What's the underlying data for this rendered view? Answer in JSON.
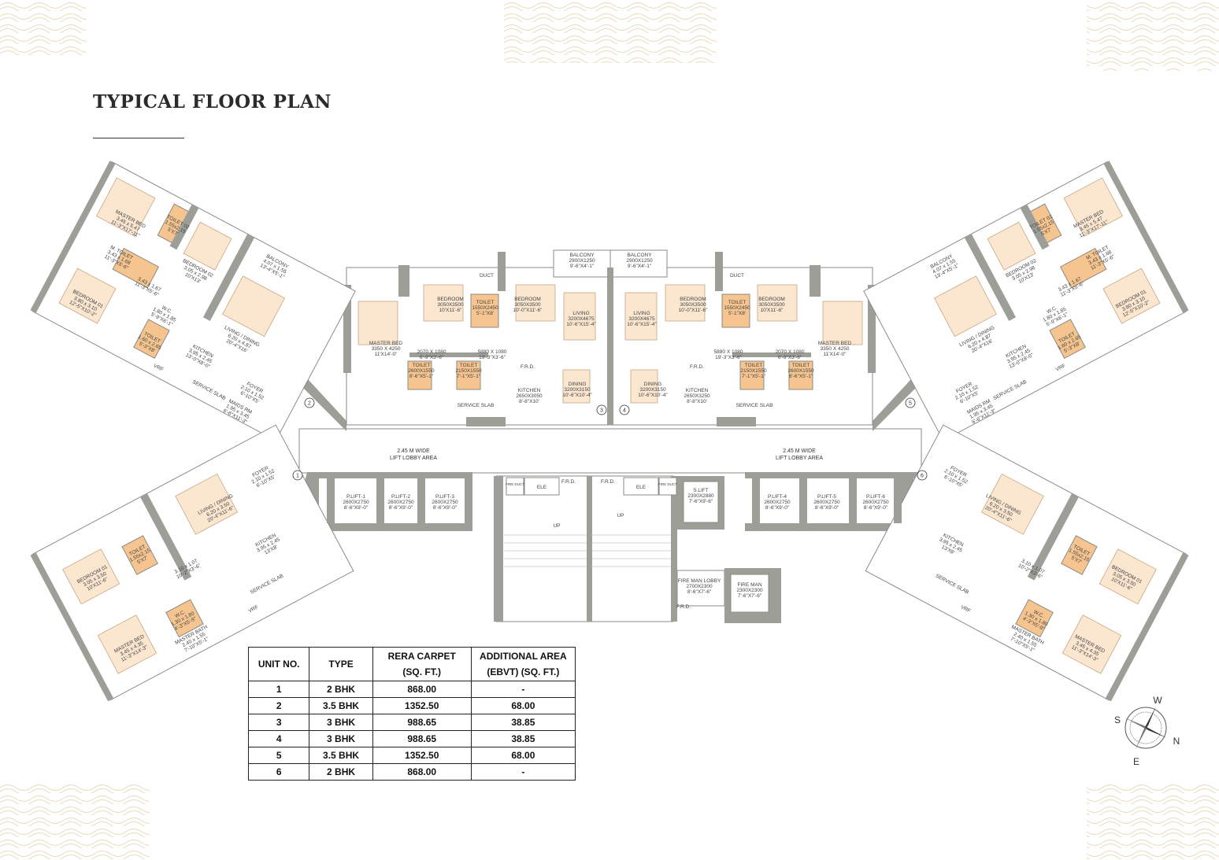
{
  "title": "TYPICAL FLOOR PLAN",
  "colors": {
    "wall": "#9e9e98",
    "wet_area": "#f6c58f",
    "furniture": "#fbe6cf",
    "wave_pattern": "#e4d6b6",
    "text": "#2b2b2b"
  },
  "unit_numbers": [
    "1",
    "2",
    "3",
    "4",
    "5",
    "6"
  ],
  "center_rooms": [
    [
      "BALCONY",
      "2900X1250",
      "9'-6\"X4'-1\""
    ],
    [
      "BEDROOM",
      "3050X3500",
      "10'X11'-6\""
    ],
    [
      "TOILET",
      "1550X2450",
      "5'-1\"X8'"
    ],
    [
      "BEDROOM",
      "3050X3500",
      "10'-0\"X11'-6\""
    ],
    [
      "LIVING",
      "3200X4675",
      "10'-6\"X15'-4\""
    ],
    [
      "MASTER BED",
      "3350 X 4250",
      "11'X14'-0\""
    ],
    [
      "",
      "2070 X 1080",
      "6'-9\"X3'-6\""
    ],
    [
      "",
      "5880 X 1080",
      "19'-3\"X3'-6\""
    ],
    [
      "TOILET",
      "2600X1550",
      "8'-6\"X5'-1\""
    ],
    [
      "TOILET",
      "2150X1550",
      "7'-1\"X5'-1\""
    ],
    [
      "KITCHEN",
      "2650X3050",
      "8'-8\"X10'"
    ],
    [
      "DINING",
      "3200X3150",
      "10'-6\"X10'-4\""
    ],
    [
      "SERVICE SLAB",
      "",
      ""
    ],
    [
      "F.R.D.",
      "",
      ""
    ],
    [
      "DUCT",
      "",
      ""
    ],
    [
      "BALCONY",
      "2900X1250",
      "9'-6\"X4'-1\""
    ],
    [
      "LIVING",
      "3200X4675",
      "10'-6\"X15'-4\""
    ],
    [
      "BEDROOM",
      "3050X3500",
      "10'-0\"X11'-6\""
    ],
    [
      "TOILET",
      "1550X2450",
      "5'-1\"X8'"
    ],
    [
      "BEDROOM",
      "3050X3500",
      "10'X11'-6\""
    ],
    [
      "MASTER BED",
      "3350 X 4250",
      "11'X14'-0\""
    ],
    [
      "",
      "5880 X 1080",
      "19'-3\"X3'-6\""
    ],
    [
      "",
      "2070 X 1080",
      "6'-9\"X3'-6\""
    ],
    [
      "TOILET",
      "2150X1550",
      "7'-1\"X5'-1\""
    ],
    [
      "TOILET",
      "2600X1550",
      "8'-6\"X5'-1\""
    ],
    [
      "KITCHEN",
      "2650X3250",
      "8'-8\"X10'"
    ],
    [
      "DINING",
      "3200X3150",
      "10'-6\"X10'-4\""
    ],
    [
      "SERVICE SLAB",
      "",
      ""
    ],
    [
      "F.R.D.",
      "",
      ""
    ],
    [
      "DUCT",
      "",
      ""
    ]
  ],
  "wing_rooms_3bhk": [
    [
      "MASTER BED",
      "3.45 x 5.47",
      "11'-3\"X17'-11\""
    ],
    [
      "TOILET 02",
      "1.55x2.15",
      "5'X7'"
    ],
    [
      "BEDROOM 02",
      "3.05 x 2.98",
      "10'X13'"
    ],
    [
      "BALCONY",
      "4.07 x 1.55",
      "13'-4\"X5'-1\""
    ],
    [
      "LIVING / DINING",
      "6.20 x 4.87",
      "20'-4\"X16'"
    ],
    [
      "",
      "3.43 x 1.67",
      "11'-3\"X5'-6\""
    ],
    [
      "M. TOILET",
      "3.43 x 1.68",
      "11'-3\"X5'-6\""
    ],
    [
      "BEDROOM 01",
      "3.80 x 3.10",
      "12'-5\"X10'-2\""
    ],
    [
      "W.C.",
      "1.80 x 1.85",
      "5'-9\"X6'-1\""
    ],
    [
      "TOILET",
      "1.60 x 2.65",
      "5'-3\"X8'"
    ],
    [
      "KITCHEN",
      "3.95 x 2.45",
      "13'-0\"X8'-0\""
    ],
    [
      "FOYER",
      "2.10 x 1.52",
      "6'-10\"X5'"
    ],
    [
      "MAIDS RM",
      "1.95 x 3.45",
      "6'-6\"X11'-3\""
    ],
    [
      "SERVICE SLAB",
      "",
      ""
    ],
    [
      "VRF",
      "",
      ""
    ]
  ],
  "wing_rooms_2bhk": [
    [
      "FOYER",
      "2.10 x 1.52",
      "6'-10\"X5'"
    ],
    [
      "LIVING / DINING",
      "6.20 x 3.50",
      "20'-4\"X11'-6\""
    ],
    [
      "KITCHEN",
      "3.95 x 2.45",
      "13'X8'"
    ],
    [
      "TOILET",
      "1.55x2.15",
      "5'X7'"
    ],
    [
      "BEDROOM 01",
      "3.05 x 3.50",
      "10'X11'-6\""
    ],
    [
      "",
      "3.10 x 1.07",
      "10'-2\"X3'-6\""
    ],
    [
      "W.C.",
      "1.30 x 1.80",
      "4'-3\"X5'-9\""
    ],
    [
      "MASTER BATH",
      "2.40 x 1.55",
      "7'-10\"X5'-1\""
    ],
    [
      "MASTER BED",
      "3.45 x 4.35",
      "11'-3\"X14'-3\""
    ],
    [
      "SERVICE SLAB",
      "",
      ""
    ],
    [
      "VRF",
      "",
      ""
    ]
  ],
  "lobby": {
    "line1": "2.45 M WIDE",
    "line2": "LIFT LOBBY AREA"
  },
  "core": {
    "lifts": [
      [
        "P.LIFT-1",
        "2600X2750",
        "8'-6\"X9'-0\""
      ],
      [
        "P.LIFT-2",
        "2600X2750",
        "8'-6\"X9'-0\""
      ],
      [
        "P.LIFT-3",
        "2600X2750",
        "8'-6\"X9'-0\""
      ],
      [
        "P.LIFT-4",
        "2600X2750",
        "8'-6\"X9'-0\""
      ],
      [
        "P.LIFT-5",
        "2600X2750",
        "8'-6\"X9'-0\""
      ],
      [
        "P.LIFT-6",
        "2600X2750",
        "8'-6\"X9'-0\""
      ]
    ],
    "service_lift": [
      "S.LIFT",
      "2300X2880",
      "7'-6\"X9'-6\""
    ],
    "fire_duct": "FIRE DUCT",
    "ele": "ELE",
    "frd": "F.R.D.",
    "up": "UP",
    "fireman_lobby": [
      "FIRE MAN LOBBY",
      "2700X2300",
      "8'-6\"X7'-6\""
    ],
    "fireman_lift": [
      "FIRE MAN",
      "2300X2300",
      "7'-6\"X7'-6\""
    ]
  },
  "compass": {
    "n": "N",
    "s": "S",
    "e": "E",
    "w": "W"
  },
  "area_table": {
    "headers": [
      [
        "UNIT NO.",
        ""
      ],
      [
        "TYPE",
        ""
      ],
      [
        "RERA CARPET",
        "(SQ. FT.)"
      ],
      [
        "ADDITIONAL AREA",
        "(EBVT) (SQ. FT.)"
      ]
    ],
    "rows": [
      [
        "1",
        "2 BHK",
        "868.00",
        "-"
      ],
      [
        "2",
        "3.5 BHK",
        "1352.50",
        "68.00"
      ],
      [
        "3",
        "3 BHK",
        "988.65",
        "38.85"
      ],
      [
        "4",
        "3 BHK",
        "988.65",
        "38.85"
      ],
      [
        "5",
        "3.5 BHK",
        "1352.50",
        "68.00"
      ],
      [
        "6",
        "2 BHK",
        "868.00",
        "-"
      ]
    ]
  }
}
